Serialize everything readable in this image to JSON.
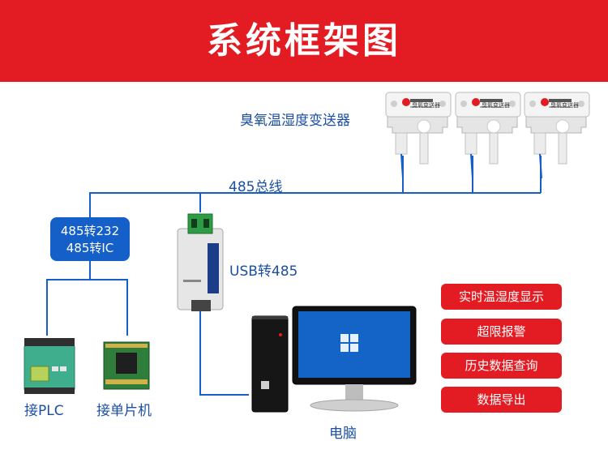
{
  "header": {
    "title": "系统框架图"
  },
  "sensor": {
    "group_label": "臭氧温湿度变送器",
    "device_label": "臭氧变送器",
    "count": 3
  },
  "bus": {
    "label": "485总线"
  },
  "converter_box": {
    "line1": "485转232",
    "line2": "485转IC"
  },
  "usb": {
    "label": "USB转485"
  },
  "endpoints": {
    "plc": "接PLC",
    "mcu": "接单片机"
  },
  "computer": {
    "label": "电脑"
  },
  "features": [
    "实时温湿度显示",
    "超限报警",
    "历史数据查询",
    "数据导出"
  ],
  "colors": {
    "banner": "#e31c23",
    "line": "#1560c8",
    "label": "#1c4fa3",
    "button": "#e31c23"
  }
}
